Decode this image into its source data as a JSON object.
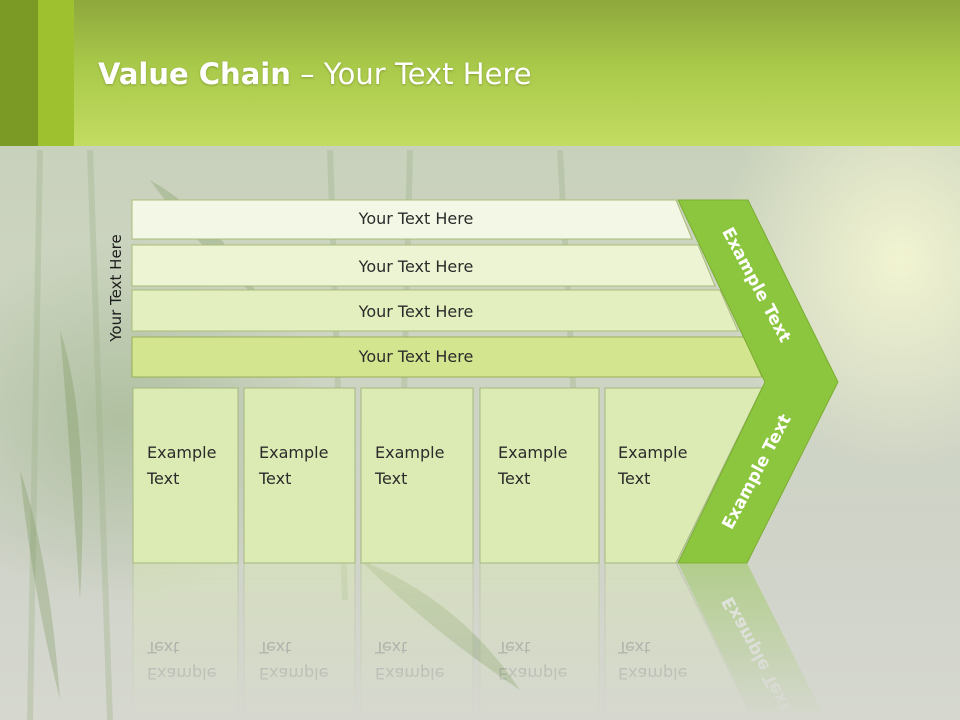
{
  "title": {
    "bold": "Value Chain",
    "rest": " – Your Text Here"
  },
  "side_label": "Your Text Here",
  "rows": [
    "Your Text Here",
    "Your Text Here",
    "Your Text Here",
    "Your Text Here"
  ],
  "boxes": [
    {
      "line1": "Example",
      "line2": "Text"
    },
    {
      "line1": "Example",
      "line2": "Text"
    },
    {
      "line1": "Example",
      "line2": "Text"
    },
    {
      "line1": "Example",
      "line2": "Text"
    },
    {
      "line1": "Example",
      "line2": "Text"
    }
  ],
  "arrow": {
    "upper": "Example Text",
    "lower": "Example Text"
  },
  "colors": {
    "header_green": "#a9c94a",
    "arrow_green": "#8cc63f",
    "row1": "#f3f8e6",
    "row2": "#ecf4d3",
    "row3": "#e3efbe",
    "row4": "#d3e58e",
    "box_fill": "#dcebb4"
  }
}
